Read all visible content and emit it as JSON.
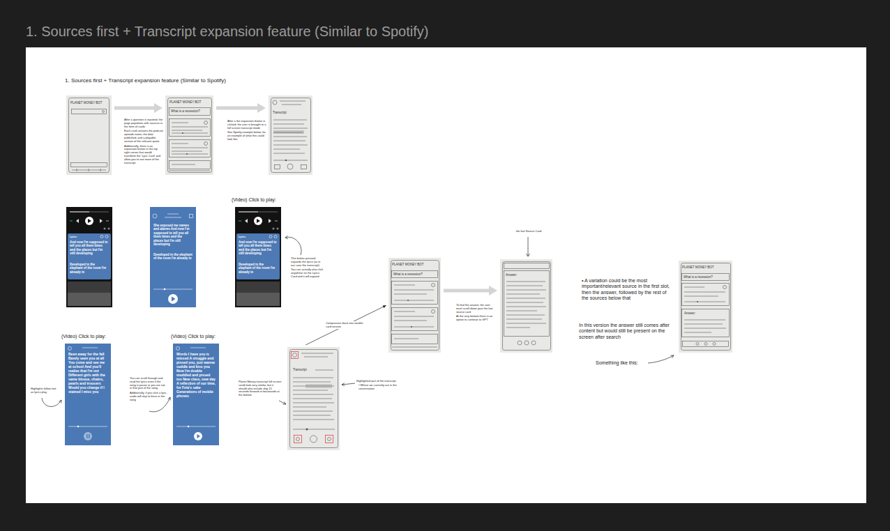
{
  "diagram": {
    "title": "1. Sources first + Transcript expansion feature (Similar to Spotify)",
    "nodes": [
      {
        "text": [
          "PLANET MONEY BOT"
        ]
      },
      {
        "text": [
          "PLANET MONEY BOT",
          "What is a recession?"
        ]
      },
      {
        "text": [
          "Transcript"
        ]
      },
      {
        "text": [
          "Lyrics",
          "And now I'm supposed to tell you all them times and the places but I'm still developing",
          "Developed in the elephant of the room I'm already in"
        ]
      },
      {
        "text": [
          "She exposed me names and alarms And now I'm supposed to tell you all them times and the places but I'm still developing",
          "Developed in the elephant of the room I'm already in"
        ]
      },
      {
        "text": [
          "Lyrics",
          "And now I'm supposed to tell you all them times and the places but I'm still developing",
          "Developed in the elephant of the room I'm already in"
        ]
      },
      {
        "text": [
          "Been away for the fall Barely seen you at all You come and see me at school And you'll realize that I'm not Different girls with the same blouse, chains, pearls and trousers Would you change if I stained I miss you"
        ]
      },
      {
        "text": [
          "Words I have you is missed A struggle and pissed you, just wanna cuddle and kiss you Now I'm double muddled and pissed too New class, new day A reflection of our time, for Fela's sake Generations of mobile phones"
        ]
      },
      {
        "text": [
          "Transcript"
        ]
      },
      {
        "text": [
          "PLANET MONEY BOT",
          "What is a recession?"
        ]
      },
      {
        "text": [
          "Answer:"
        ]
      },
      {
        "text": [
          "PLANET MONEY BOT",
          "What is a recession?",
          "Answer:"
        ]
      }
    ],
    "edges": [
      {
        "from": 0,
        "to": 1,
        "arrow": "to"
      },
      {
        "from": 1,
        "to": 2,
        "arrow": "to"
      },
      {
        "from": 8,
        "to": 9,
        "label": "Compresses back into smaller card version",
        "arrow": "to"
      },
      {
        "from": 9,
        "to": 10,
        "arrow": "to"
      }
    ],
    "labels": [
      "1. Sources first + Transcript expansion feature (Similar to Spotify)",
      "After a question is inputted, the page populates with sources in the form of cards",
      "Each card contains the podcast episode name, the date published, and a playable version of the relevant quote",
      "Additionally, there is an expansion button in the top right corner that would transform the 'Lyric Card' and allow you to see more of the transcript",
      "After a the expansion button is clicked, the user is brought to a full screen transcript mode",
      "See Spotify example below, for an example of what this could look like",
      "(Video) Click to play:",
      "This button pressed expands the lyrics (or in our case the transcript)",
      "You can actually also click anywhere on the Lyrics Card and it will expand",
      "the last Source Card",
      "To find the answer, the user must scroll down past the last source card",
      "At the very bottom there is an option to continue to GPT",
      "• A variation could be the most important/relevant source in the first slot, then the answer, followed by the rest of the sources below that",
      "In this version the answer still comes after content but would still be present on the screen after search",
      "Something like this:",
      "(Video) Click to play:",
      "(Video) Click to play:",
      "Highlights follow text as lyrics play",
      "You can scroll through and read the lyrics even if the song is pause or you are not in that part of the song.",
      "Additionally, if you click a lyric, audio will skip to there in the song",
      "Planet Money transcript full screen could look very similar, but it should also include skip 15 seconds forward or backwards at the bottom",
      "Highlighted part of the transcript",
      "• Where we currently are in the conversation"
    ]
  }
}
